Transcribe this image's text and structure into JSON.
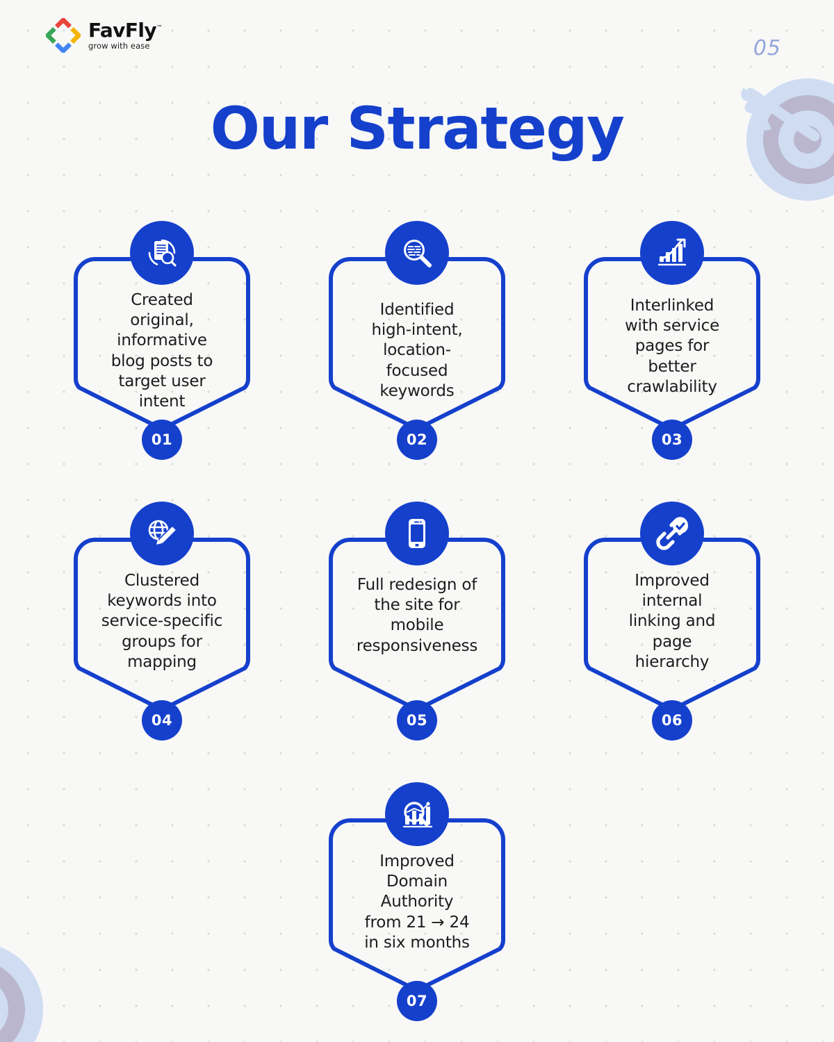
{
  "brand": {
    "name": "FavFly",
    "trademark": "™",
    "tagline": "grow with ease",
    "logo_icon": "favfly-diamond-logo",
    "colors": {
      "primary_blue": "#1540cc",
      "logo_red": "#e8453c",
      "logo_green": "#3aa757",
      "logo_yellow": "#f4b400",
      "logo_blue": "#4285f4"
    }
  },
  "header": {
    "page_number": "05",
    "title": "Our Strategy"
  },
  "decorations": [
    {
      "name": "dartboard-target-top-right",
      "color": "#ccd9f0"
    },
    {
      "name": "dartboard-target-bottom-left",
      "color": "#ccd9f0"
    }
  ],
  "cards": [
    {
      "number": "01",
      "icon": "document-search-icon",
      "text": "Created\noriginal,\ninformative\nblog posts to\ntarget user\nintent"
    },
    {
      "number": "02",
      "icon": "keyword-magnifier-icon",
      "text": "Identified\nhigh-intent,\nlocation-\nfocused\nkeywords"
    },
    {
      "number": "03",
      "icon": "growth-chart-arrow-icon",
      "text": "Interlinked\nwith service\npages for\nbetter\ncrawlability"
    },
    {
      "number": "04",
      "icon": "globe-pencil-icon",
      "text": "Clustered\nkeywords into\nservice-specific\ngroups for\nmapping"
    },
    {
      "number": "05",
      "icon": "mobile-phone-icon",
      "text": "Full redesign of\nthe site for\nmobile\nresponsiveness"
    },
    {
      "number": "06",
      "icon": "link-check-icon",
      "text": "Improved\ninternal\nlinking and\npage\nhierarchy"
    },
    {
      "number": "07",
      "icon": "analytics-search-icon",
      "text": "Improved\nDomain\nAuthority\nfrom 21 → 24\nin six months"
    }
  ]
}
